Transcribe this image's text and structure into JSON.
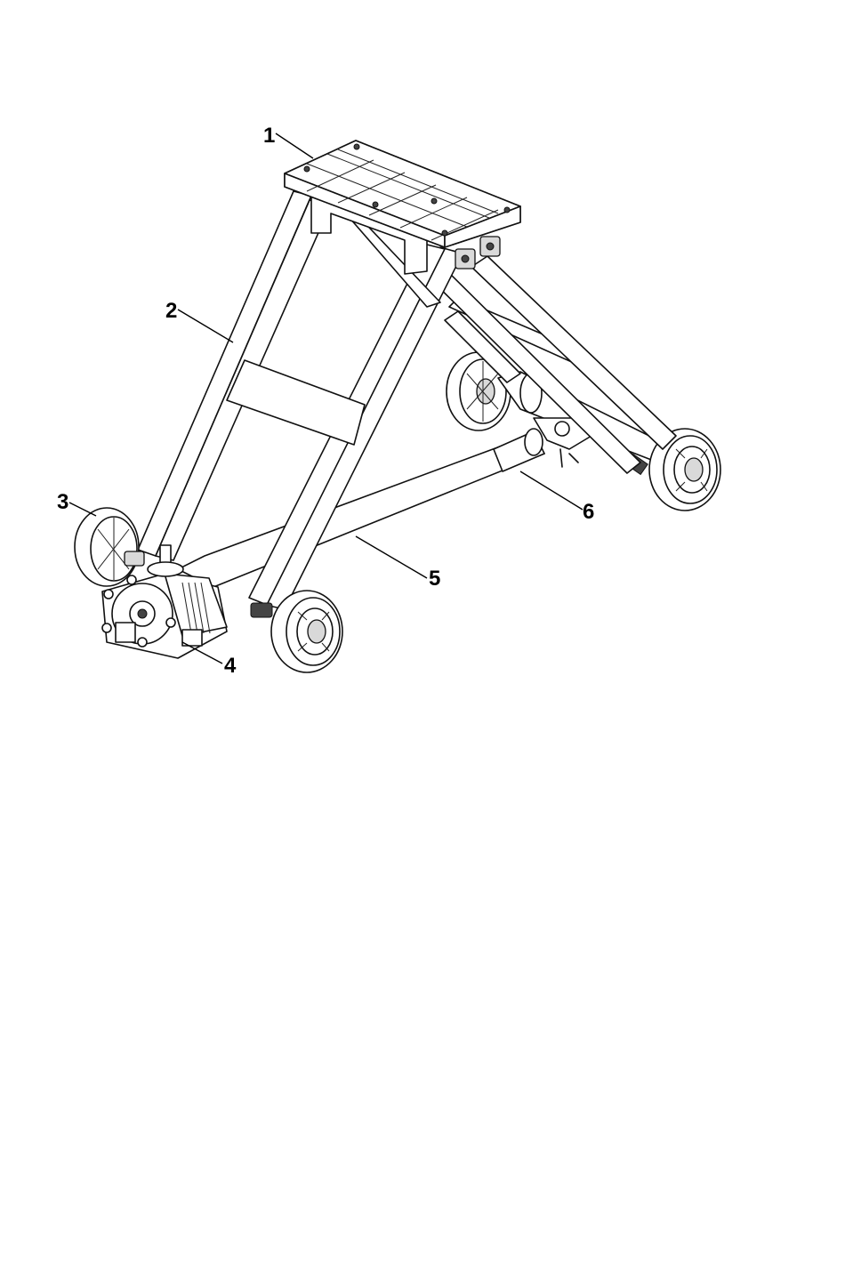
{
  "callouts": {
    "c1": "1",
    "c2": "2",
    "c3": "3",
    "c4": "4",
    "c5": "5",
    "c6": "6"
  },
  "colors": {
    "line": "#111111",
    "background": "#ffffff",
    "shade": "#d9d9d9"
  }
}
